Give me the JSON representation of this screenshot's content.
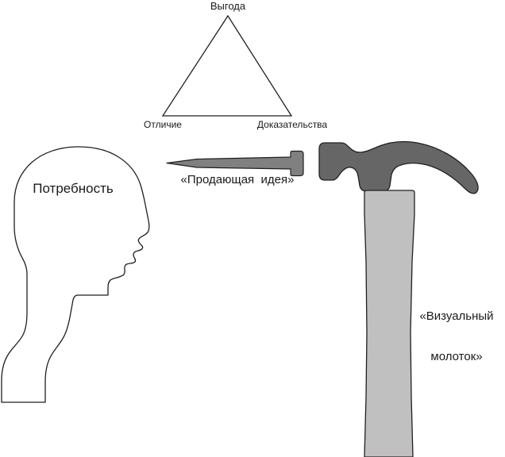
{
  "diagram": {
    "title_visible": false,
    "background_color": "#ffffff",
    "stroke_color": "#231f20",
    "text_color": "#1a1a1a"
  },
  "triangle": {
    "name": "selling-idea-triangle",
    "apex_label": "Выгода",
    "bottom_left_label": "Отличие",
    "bottom_right_label": "Доказательства",
    "fill": "none",
    "stroke": "#231f20"
  },
  "head": {
    "name": "human-head-profile",
    "label": "Потребность",
    "fill": "#ffffff",
    "stroke": "#231f20",
    "facing": "right"
  },
  "nail": {
    "name": "nail",
    "label": "«Продающая  идея»",
    "fill": "#808080",
    "stroke": "#231f20",
    "direction": "points-left"
  },
  "hammer": {
    "name": "hammer",
    "label_line_1": "«Визуальный",
    "label_line_2": "молоток»",
    "head_fill": "#666666",
    "handle_fill": "#c0c0c0",
    "stroke": "#231f20"
  }
}
